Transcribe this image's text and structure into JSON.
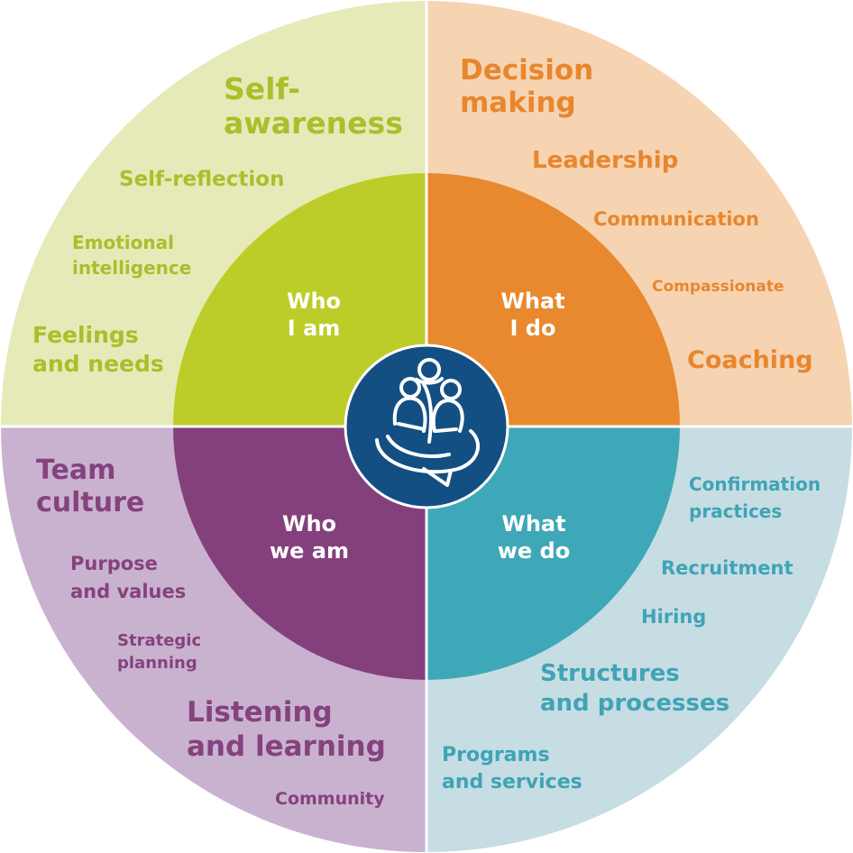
{
  "colors": {
    "q1_outer": "#e6eab8",
    "q1_inner": "#bccd29",
    "q1_text": "#a9bf2b",
    "q2_outer": "#f6d4b1",
    "q2_inner": "#e8892f",
    "q2_text": "#e8862e",
    "q3_outer": "#c9b2cf",
    "q3_inner": "#84407d",
    "q3_text": "#85427e",
    "q4_outer": "#c6dde3",
    "q4_inner": "#3fa8b8",
    "q4_text": "#3fa4b5",
    "center": "#134f83",
    "inner_label": "#ffffff"
  },
  "center_icon": "group-of-people-icon",
  "quadrants": {
    "who_i_am": {
      "title": [
        "Who",
        "I am"
      ],
      "items": [
        [
          "Self-",
          "awareness"
        ],
        [
          "Self-reflection"
        ],
        [
          "Emotional",
          "intelligence"
        ],
        [
          "Feelings",
          "and needs"
        ]
      ]
    },
    "what_i_do": {
      "title": [
        "What",
        "I do"
      ],
      "items": [
        [
          "Decision",
          "making"
        ],
        [
          "Leadership"
        ],
        [
          "Communication"
        ],
        [
          "Compassionate"
        ],
        [
          "Coaching"
        ]
      ]
    },
    "who_we_am": {
      "title": [
        "Who",
        "we am"
      ],
      "items": [
        [
          "Team",
          "culture"
        ],
        [
          "Purpose",
          "and values"
        ],
        [
          "Strategic",
          "planning"
        ],
        [
          "Listening",
          "and learning"
        ],
        [
          "Community"
        ]
      ]
    },
    "what_we_do": {
      "title": [
        "What",
        "we do"
      ],
      "items": [
        [
          "Confirmation",
          "practices"
        ],
        [
          "Recruitment"
        ],
        [
          "Hiring"
        ],
        [
          "Structures",
          "and processes"
        ],
        [
          "Programs",
          "and services"
        ]
      ]
    }
  }
}
